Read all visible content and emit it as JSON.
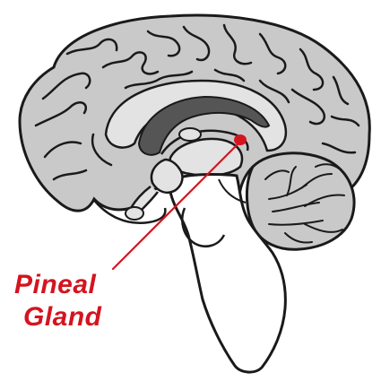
{
  "diagram": {
    "label": {
      "line1": "Pineal",
      "line2": "Gland"
    },
    "colors": {
      "highlight": "#d4141f",
      "tissue": "#c9c9c9",
      "tissue_light": "#e3e3e3",
      "ventricle": "#555555",
      "outline": "#1a1a1a",
      "background": "#ffffff"
    },
    "icons": {
      "structure": "brain-sagittal-section"
    }
  }
}
